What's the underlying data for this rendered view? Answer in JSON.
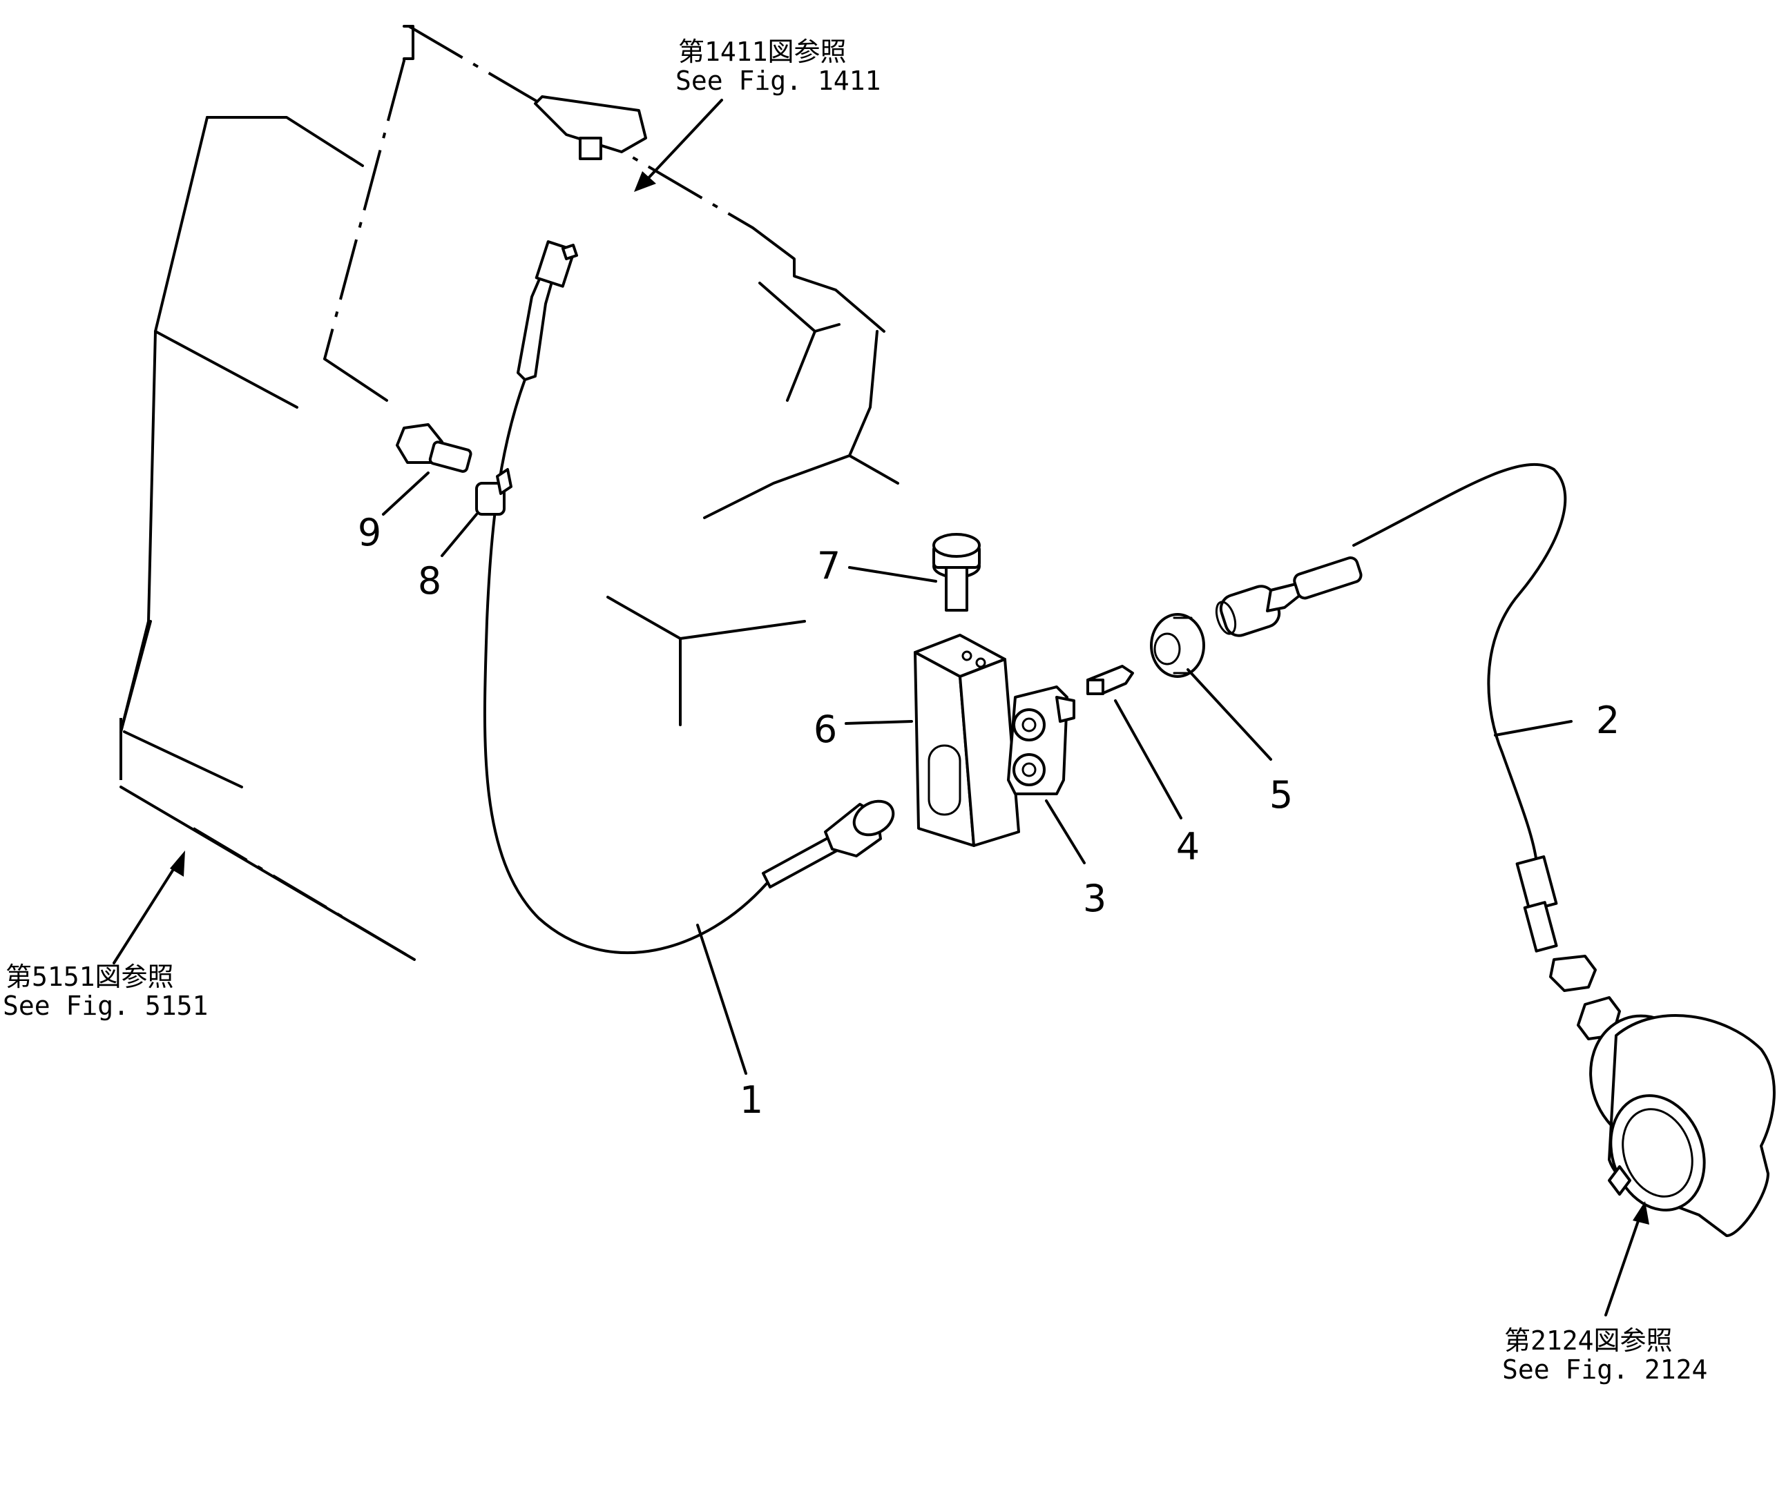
{
  "callouts": {
    "n1": "1",
    "n2": "2",
    "n3": "3",
    "n4": "4",
    "n5": "5",
    "n6": "6",
    "n7": "7",
    "n8": "8",
    "n9": "9"
  },
  "references": {
    "fig1411_jp": "第1411図参照",
    "fig1411_en": "See Fig. 1411",
    "fig5151_jp": "第5151図参照",
    "fig5151_en": "See Fig. 5151",
    "fig2124_jp": "第2124図参照",
    "fig2124_en": "See Fig. 2124"
  }
}
